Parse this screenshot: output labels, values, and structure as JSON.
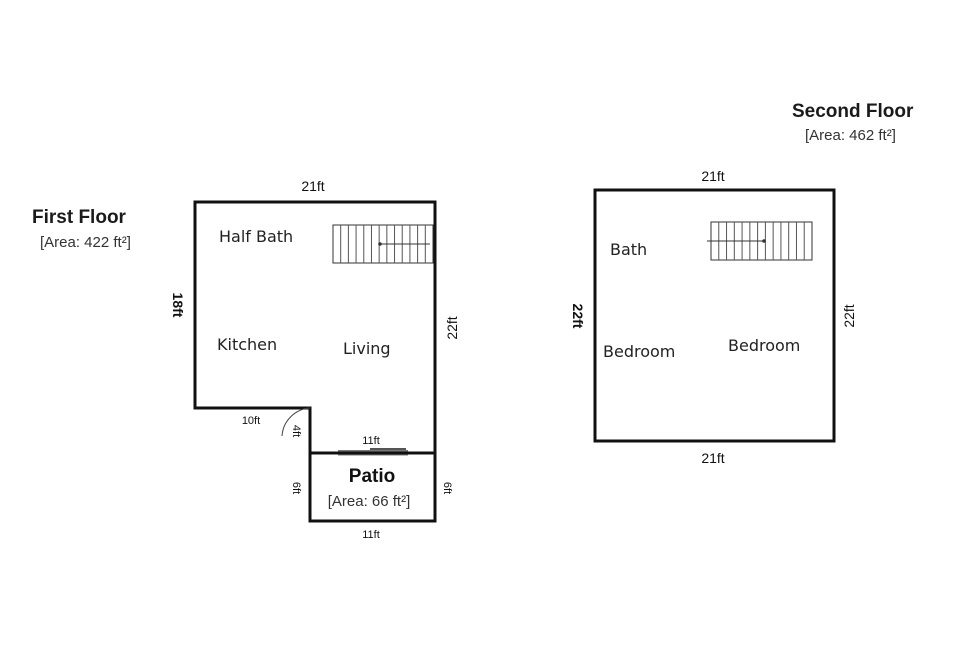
{
  "first_floor": {
    "title": "First Floor",
    "area": "[Area: 422 ft²]",
    "rooms": {
      "half_bath": "Half Bath",
      "kitchen": "Kitchen",
      "living": "Living"
    },
    "dims": {
      "top": "21ft",
      "left": "18ft",
      "right": "22ft",
      "notch_bottom": "10ft",
      "notch_side": "4ft",
      "door": "11ft"
    }
  },
  "patio": {
    "title": "Patio",
    "area": "[Area: 66 ft²]",
    "dims": {
      "left": "6ft",
      "right": "6ft",
      "bottom": "11ft"
    }
  },
  "second_floor": {
    "title": "Second Floor",
    "area": "[Area: 462 ft²]",
    "rooms": {
      "bath": "Bath",
      "bedroom_left": "Bedroom",
      "bedroom_right": "Bedroom"
    },
    "dims": {
      "top": "21ft",
      "bottom": "21ft",
      "left": "22ft",
      "right": "22ft"
    }
  }
}
